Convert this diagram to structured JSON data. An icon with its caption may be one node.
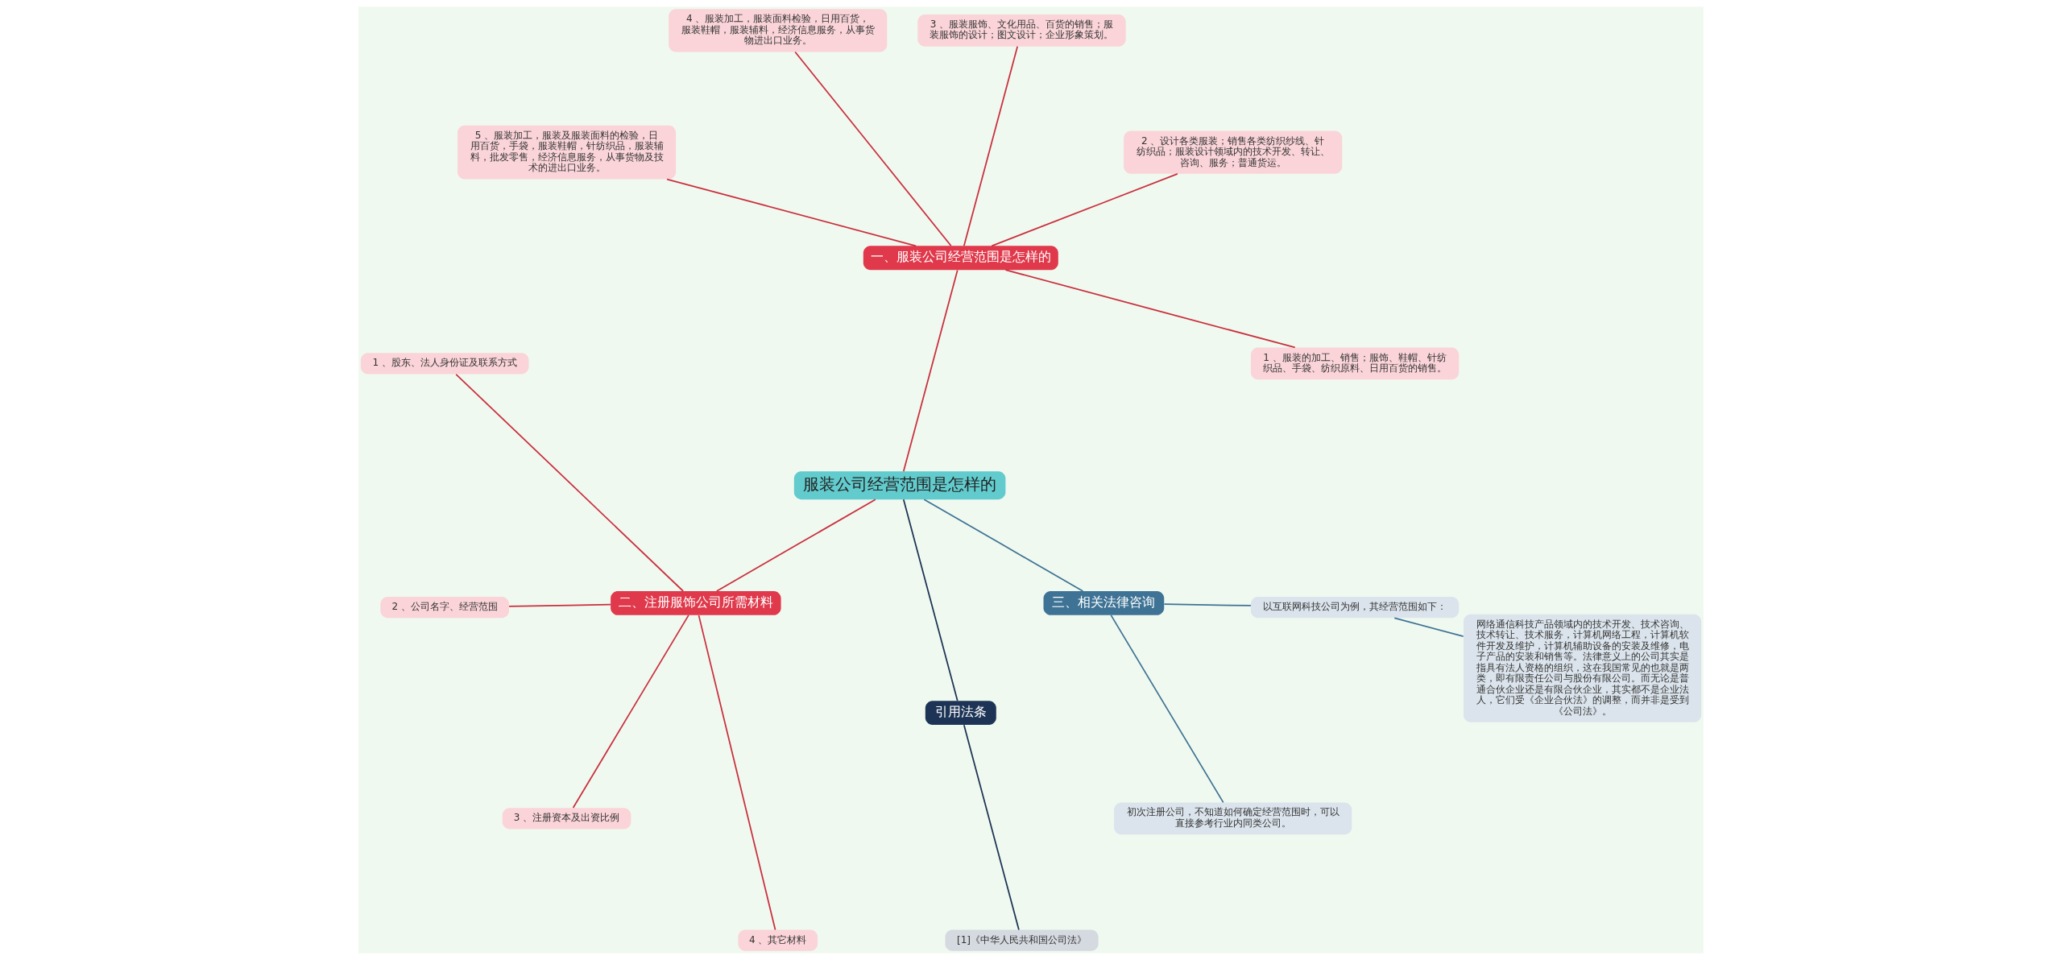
{
  "diagram": {
    "nodes": [
      {
        "text": [
          "服装公司经营范围是怎样的"
        ]
      },
      {
        "text": [
          "一、服装公司经营范围是怎样的"
        ]
      },
      {
        "text": [
          "1 、服装的加工、销售；服饰、鞋帽、针纺织品、手袋、纺织原料、日用百货的销售。"
        ]
      },
      {
        "text": [
          "2 、设计各类服装；销售各类纺织纱线、针纺织品；服装设计领域内的技术开发、转让、咨询、服务；普通货运。"
        ]
      },
      {
        "text": [
          "3 、服装服饰、文化用品、百货的销售；服装服饰的设计；图文设计；企业形象策划。"
        ]
      },
      {
        "text": [
          "4 、服装加工，服装面料检验，日用百货，服装鞋帽，服装辅料，经济信息服务，从事货物进出口业务。"
        ]
      },
      {
        "text": [
          "5 、服装加工，服装及服装面料的检验，日用百货，手袋，服装鞋帽，针纺织品，服装辅料，批发零售，经济信息服务，从事货物及技术的进出口业务。"
        ]
      },
      {
        "text": [
          "二、注册服饰公司所需材料"
        ]
      },
      {
        "text": [
          "1 、股东、法人身份证及联系方式"
        ]
      },
      {
        "text": [
          "2 、公司名字、经营范围"
        ]
      },
      {
        "text": [
          "3 、注册资本及出资比例"
        ]
      },
      {
        "text": [
          "4 、其它材料"
        ]
      },
      {
        "text": [
          "引用法条"
        ]
      },
      {
        "text": [
          "[1]《中华人民共和国公司法》"
        ]
      },
      {
        "text": [
          "三、相关法律咨询"
        ]
      },
      {
        "text": [
          "初次注册公司，不知道如何确定经营范围时，可以直接参考行业内同类公司。"
        ]
      },
      {
        "text": [
          "以互联网科技公司为例，其经营范围如下："
        ]
      },
      {
        "text": [
          "网络通信科技产品领域内的技术开发、技术咨询、技术转让、技术服务，计算机网络工程，计算机软件开发及维护，计算机辅助设备的安装及维修，电子产品的安装和销售等。法律意义上的公司其实是指具有法人资格的组织，这在我国常见的也就是两类，即有限责任公司与股份有限公司。而无论是普通合伙企业还是有限合伙企业，其实都不是企业法人，它们受《企业合伙法》的调整，而并非是受到《公司法》。"
        ]
      }
    ],
    "edges": [
      {
        "from": 0,
        "to": 1,
        "arrow": "none"
      },
      {
        "from": 1,
        "to": 2,
        "arrow": "none"
      },
      {
        "from": 1,
        "to": 3,
        "arrow": "none"
      },
      {
        "from": 1,
        "to": 4,
        "arrow": "none"
      },
      {
        "from": 1,
        "to": 5,
        "arrow": "none"
      },
      {
        "from": 1,
        "to": 6,
        "arrow": "none"
      },
      {
        "from": 0,
        "to": 7,
        "arrow": "none"
      },
      {
        "from": 7,
        "to": 8,
        "arrow": "none"
      },
      {
        "from": 7,
        "to": 9,
        "arrow": "none"
      },
      {
        "from": 7,
        "to": 10,
        "arrow": "none"
      },
      {
        "from": 7,
        "to": 11,
        "arrow": "none"
      },
      {
        "from": 0,
        "to": 12,
        "arrow": "none",
        "color": "#1d3456"
      },
      {
        "from": 12,
        "to": 13,
        "arrow": "none",
        "color": "#1d3456"
      },
      {
        "from": 0,
        "to": 14,
        "arrow": "none",
        "color": "#3e7395"
      },
      {
        "from": 14,
        "to": 15,
        "arrow": "none",
        "color": "#3e7395"
      },
      {
        "from": 14,
        "to": 16,
        "arrow": "none",
        "color": "#3e7395"
      },
      {
        "from": 16,
        "to": 17,
        "arrow": "none",
        "color": "#3e7395"
      }
    ]
  }
}
